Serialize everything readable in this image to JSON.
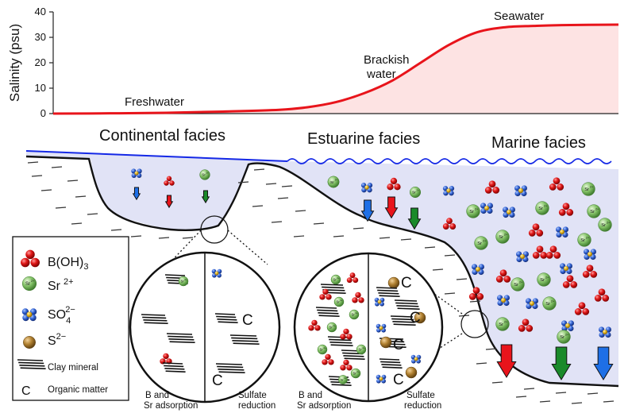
{
  "chart_data": {
    "type": "line",
    "ylabel": "Salinity (psu)",
    "ylim": [
      0,
      40
    ],
    "yticks": [
      "0",
      "10",
      "20",
      "30",
      "40"
    ],
    "zones": [
      "Freshwater",
      "Brackish water",
      "Seawater"
    ],
    "series": [
      {
        "x": [
          0,
          0.1,
          0.2,
          0.3,
          0.4,
          0.45,
          0.5,
          0.55,
          0.6,
          0.65,
          0.7,
          0.75,
          0.8,
          0.85,
          0.9,
          1.0
        ],
        "values": [
          0,
          0.1,
          0.3,
          0.8,
          1.5,
          2.5,
          4.5,
          8,
          13,
          20,
          27,
          32,
          34,
          34.5,
          34.8,
          35
        ]
      }
    ]
  },
  "facies": {
    "continental": "Continental facies",
    "estuarine": "Estuarine facies",
    "marine": "Marine facies"
  },
  "legend": {
    "boron_base": "B(OH)",
    "boron_sub": "3",
    "sr_base": "Sr",
    "sr_sup": "2+",
    "so4_base": "SO",
    "so4_sub": "4",
    "so4_sup": "2−",
    "s_base": "S",
    "s_sup": "2−",
    "clay": "Clay mineral",
    "organic_symbol": "C",
    "organic": "Organic matter"
  },
  "insets": {
    "left_caption": "B and Sr adsorption",
    "right_caption": "Sulfate reduction",
    "organic_symbol": "C"
  },
  "colors": {
    "salinity_line": "#e8141b",
    "salinity_fill": "#fde3e3",
    "water_fill": "#e1e3f6",
    "water_surface": "#1428e6",
    "arrow_boron": "#e8141b",
    "arrow_sr": "#1a8a2a",
    "arrow_so4": "#1e6fe6"
  }
}
